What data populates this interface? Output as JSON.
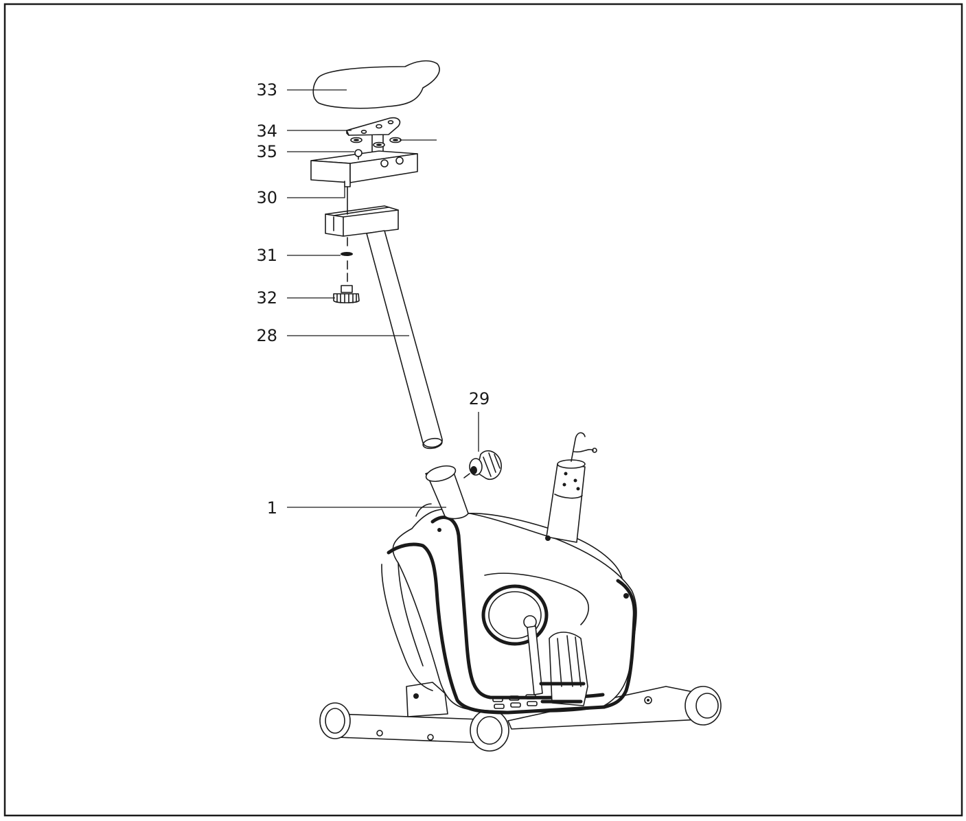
{
  "callouts": {
    "c33": "33",
    "c34": "34",
    "c35": "35",
    "c30": "30",
    "c31": "31",
    "c32": "32",
    "c28": "28",
    "c29": "29",
    "c1": "1"
  },
  "colors": {
    "line": "#1a1a1a",
    "background": "#ffffff"
  }
}
